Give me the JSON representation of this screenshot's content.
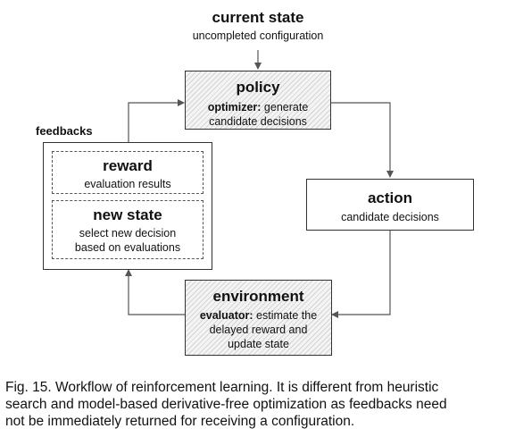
{
  "current_state": {
    "title": "current state",
    "subtitle": "uncompleted configuration"
  },
  "policy": {
    "title": "policy",
    "lead": "optimizer:",
    "rest": " generate",
    "line2": "candidate decisions"
  },
  "action": {
    "title": "action",
    "subtitle": "candidate decisions"
  },
  "environment": {
    "title": "environment",
    "lead": "evaluator:",
    "rest": " estimate the",
    "line2": "delayed reward and",
    "line3": "update state"
  },
  "feedbacks": {
    "label": "feedbacks",
    "reward": {
      "title": "reward",
      "subtitle": "evaluation results"
    },
    "new_state": {
      "title": "new state",
      "line1": "select new decision",
      "line2": "based on evaluations"
    }
  },
  "caption": {
    "line1": "Fig. 15. Workflow of reinforcement learning. It is different from heuristic",
    "line2": "search and model-based derivative-free optimization as feedbacks need",
    "line3": "not be immediately returned for receiving a configuration."
  }
}
